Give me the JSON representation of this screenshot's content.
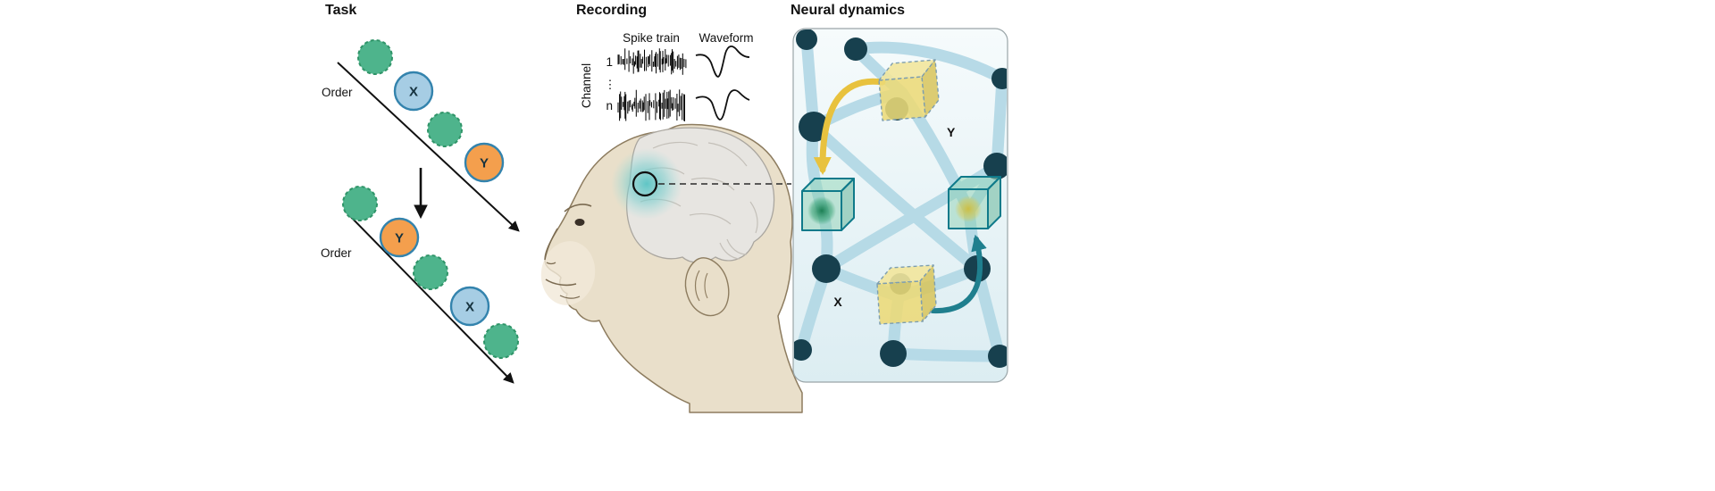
{
  "figure": {
    "task": {
      "title": "Task",
      "order_label": "Order",
      "x_label": "X",
      "y_label": "Y"
    },
    "recording": {
      "title": "Recording",
      "spike_train": "Spike train",
      "waveform": "Waveform",
      "channel": "Channel",
      "ch1": "1",
      "chn": "n",
      "ellipsis": "⋮"
    },
    "neural": {
      "title": "Neural dynamics",
      "y_label": "Y",
      "x_label": "X"
    },
    "colors": {
      "green_circle": "#4eb48c",
      "blue_circle_fill": "#a6cde4",
      "orange_circle_fill": "#f49f4d",
      "circle_stroke_blue": "#3383ad",
      "network_node": "#17404e",
      "network_edge": "#b4d9e6",
      "panel_background": "#eaf4f7",
      "cube_yellow": "#ecd977",
      "cube_green_stroke": "#0f7a8a",
      "arrow_yellow": "#e8c23e",
      "arrow_teal": "#1f7f8e",
      "monkey_skin": "#e9dfca",
      "brain_gray": "#e7e5e1",
      "recording_site_highlight": "#6ec7c7"
    }
  }
}
